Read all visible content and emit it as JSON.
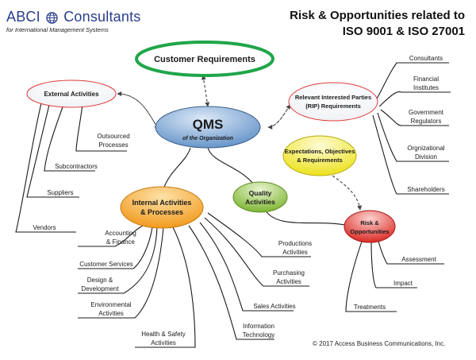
{
  "header": {
    "logo_text_left": "ABCI",
    "logo_text_right": "Consultants",
    "logo_tagline": "for International Management Systems",
    "title_line1": "Risk & Opportunities related to",
    "title_line2": "ISO 9001 & ISO 27001"
  },
  "nodes": {
    "customer_requirements": "Customer Requirements",
    "qms_title": "QMS",
    "qms_subtitle": "of the Organization",
    "external_activities": "External Activities",
    "rip_line1": "Relevant Interested Parties",
    "rip_line2": "(RIP) Requirements",
    "expectations_line1": "Expectations, Objectives",
    "expectations_line2": "& Requirements",
    "internal_line1": "Internal Activities",
    "internal_line2": "& Processes",
    "quality_line1": "Quality",
    "quality_line2": "Activities",
    "risk_line1": "Risk &",
    "risk_line2": "Opportunities"
  },
  "external_items": {
    "outsourced_line1": "Outsourced",
    "outsourced_line2": "Processes",
    "subcontractors": "Subcontractors",
    "suppliers": "Suppliers",
    "vendors": "Vendors"
  },
  "rip_items": {
    "consultants": "Consultants",
    "financial_line1": "Financial",
    "financial_line2": "Institutes",
    "government_line1": "Government",
    "government_line2": "Regulators",
    "orgdiv_line1": "Orgnizational",
    "orgdiv_line2": "Division",
    "shareholders": "Shareholders"
  },
  "internal_items": {
    "accounting_line1": "Accounting",
    "accounting_line2": "& Finance",
    "customer_services": "Customer Services",
    "design_line1": "Design &",
    "design_line2": "Development",
    "environmental_line1": "Environmental",
    "environmental_line2": "Activities",
    "health_line1": "Health & Safety",
    "health_line2": "Activities",
    "information_line1": "Information",
    "information_line2": "Technology",
    "sales": "Sales Activities",
    "purchasing_line1": "Purchasing",
    "purchasing_line2": "Activities",
    "productions_line1": "Productions",
    "productions_line2": "Activities"
  },
  "risk_items": {
    "assessment": "Assessment",
    "impact": "Impact",
    "treatments": "Treatments"
  },
  "footer": {
    "copyright": "© 2017 Access Business Communications, Inc."
  },
  "colors": {
    "logo_blue": "#2a3e8c",
    "customer_ring": "#1fa64a",
    "qms_fill": "#6f9fd1",
    "internal_fill": "#f6a533",
    "quality_fill": "#8fc23f",
    "risk_fill": "#e5312d",
    "expectations_fill": "#f3ef2c",
    "external_border": "#e03b3b"
  }
}
